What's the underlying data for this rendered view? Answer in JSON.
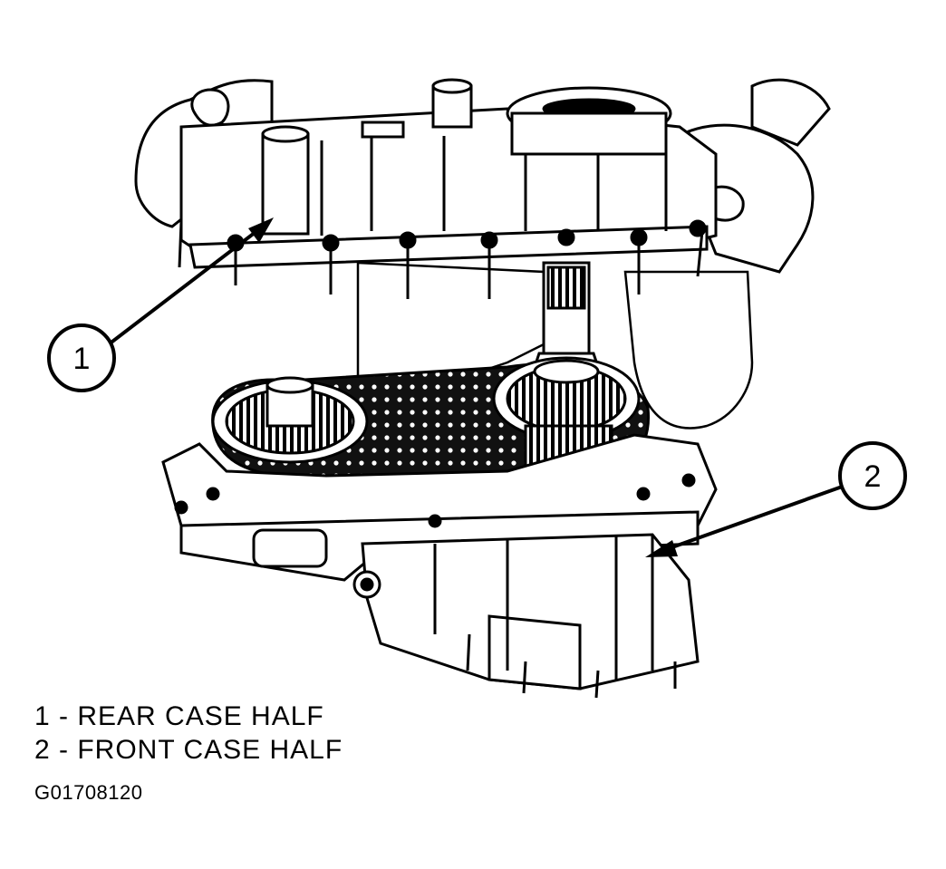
{
  "callouts": [
    {
      "number": "1",
      "part": "REAR CASE HALF"
    },
    {
      "number": "2",
      "part": "FRONT CASE HALF"
    }
  ],
  "legend": [
    "1 - REAR CASE HALF",
    "2 - FRONT CASE HALF"
  ],
  "figure_id": "G01708120",
  "colors": {
    "ink": "#000000",
    "paper": "#ffffff",
    "shade": "#1a1a1a"
  }
}
